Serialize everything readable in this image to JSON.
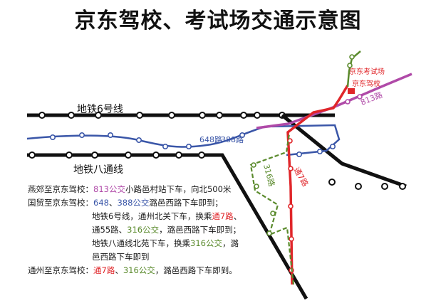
{
  "title": "京东驾校、考试场交通示意图",
  "lines": {
    "metro6": "地铁6号线",
    "metro_batong": "地铁八通线"
  },
  "bus_labels": {
    "b648": "648路",
    "b388": "388路",
    "b813": "813路",
    "b316": "316路",
    "b7": "通7路"
  },
  "places": {
    "exam_site": "京东考试场",
    "school": "京东驾校"
  },
  "instructions": {
    "r1_prefix": "燕郊至京东驾校：",
    "r1_bus": "813公交",
    "r1_suffix": "小路邑村站下车，向北500米",
    "r2_prefix": "国贸至京东驾校：",
    "r2_bus1": "648",
    "r2_sep": "、",
    "r2_bus2": "388公交",
    "r2_suffix": "潞邑西路下车即到；",
    "r3_a": "地铁6号线，通州北关下车，换乘",
    "r3_bus": "通7路",
    "r3_sep": "、",
    "r4_a": "通55路、",
    "r4_bus": "316公交",
    "r4_b": "，潞邑西路下车即到；",
    "r5_a": "地铁八通线北苑下车，换乘",
    "r5_bus": "316公交",
    "r5_b": "，潞",
    "r6": "邑西路下车即到",
    "r7_prefix": "通州至京东驾校：",
    "r7_bus1": "通7路",
    "r7_sep": "、",
    "r7_bus2": "316公交",
    "r7_suffix": "，潞邑西路下车即到。"
  },
  "colors": {
    "metro": "#111111",
    "bus_blue": "#3a56a8",
    "bus_purple": "#b04aa8",
    "bus_red": "#e0262a",
    "bus_green": "#5a8a2c"
  }
}
